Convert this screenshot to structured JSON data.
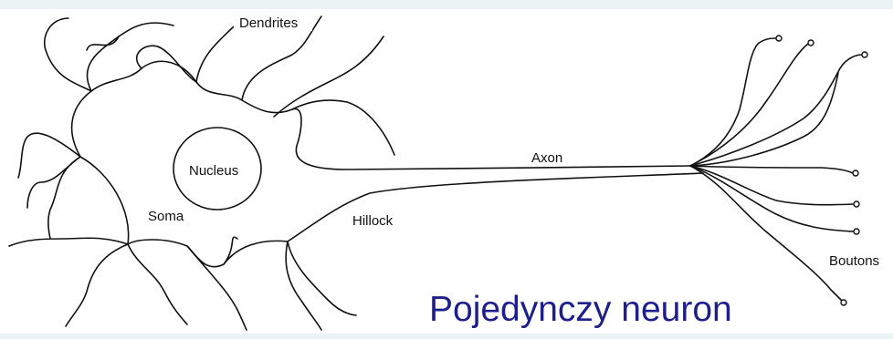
{
  "labels": {
    "dendrites": "Dendrites",
    "nucleus": "Nucleus",
    "axon": "Axon",
    "soma": "Soma",
    "hillock": "Hillock",
    "boutons": "Boutons"
  },
  "caption": "Pojedynczy neuron",
  "colors": {
    "caption": "#1e1e8c",
    "lines": "#111111",
    "band": "#eaf4f4"
  }
}
